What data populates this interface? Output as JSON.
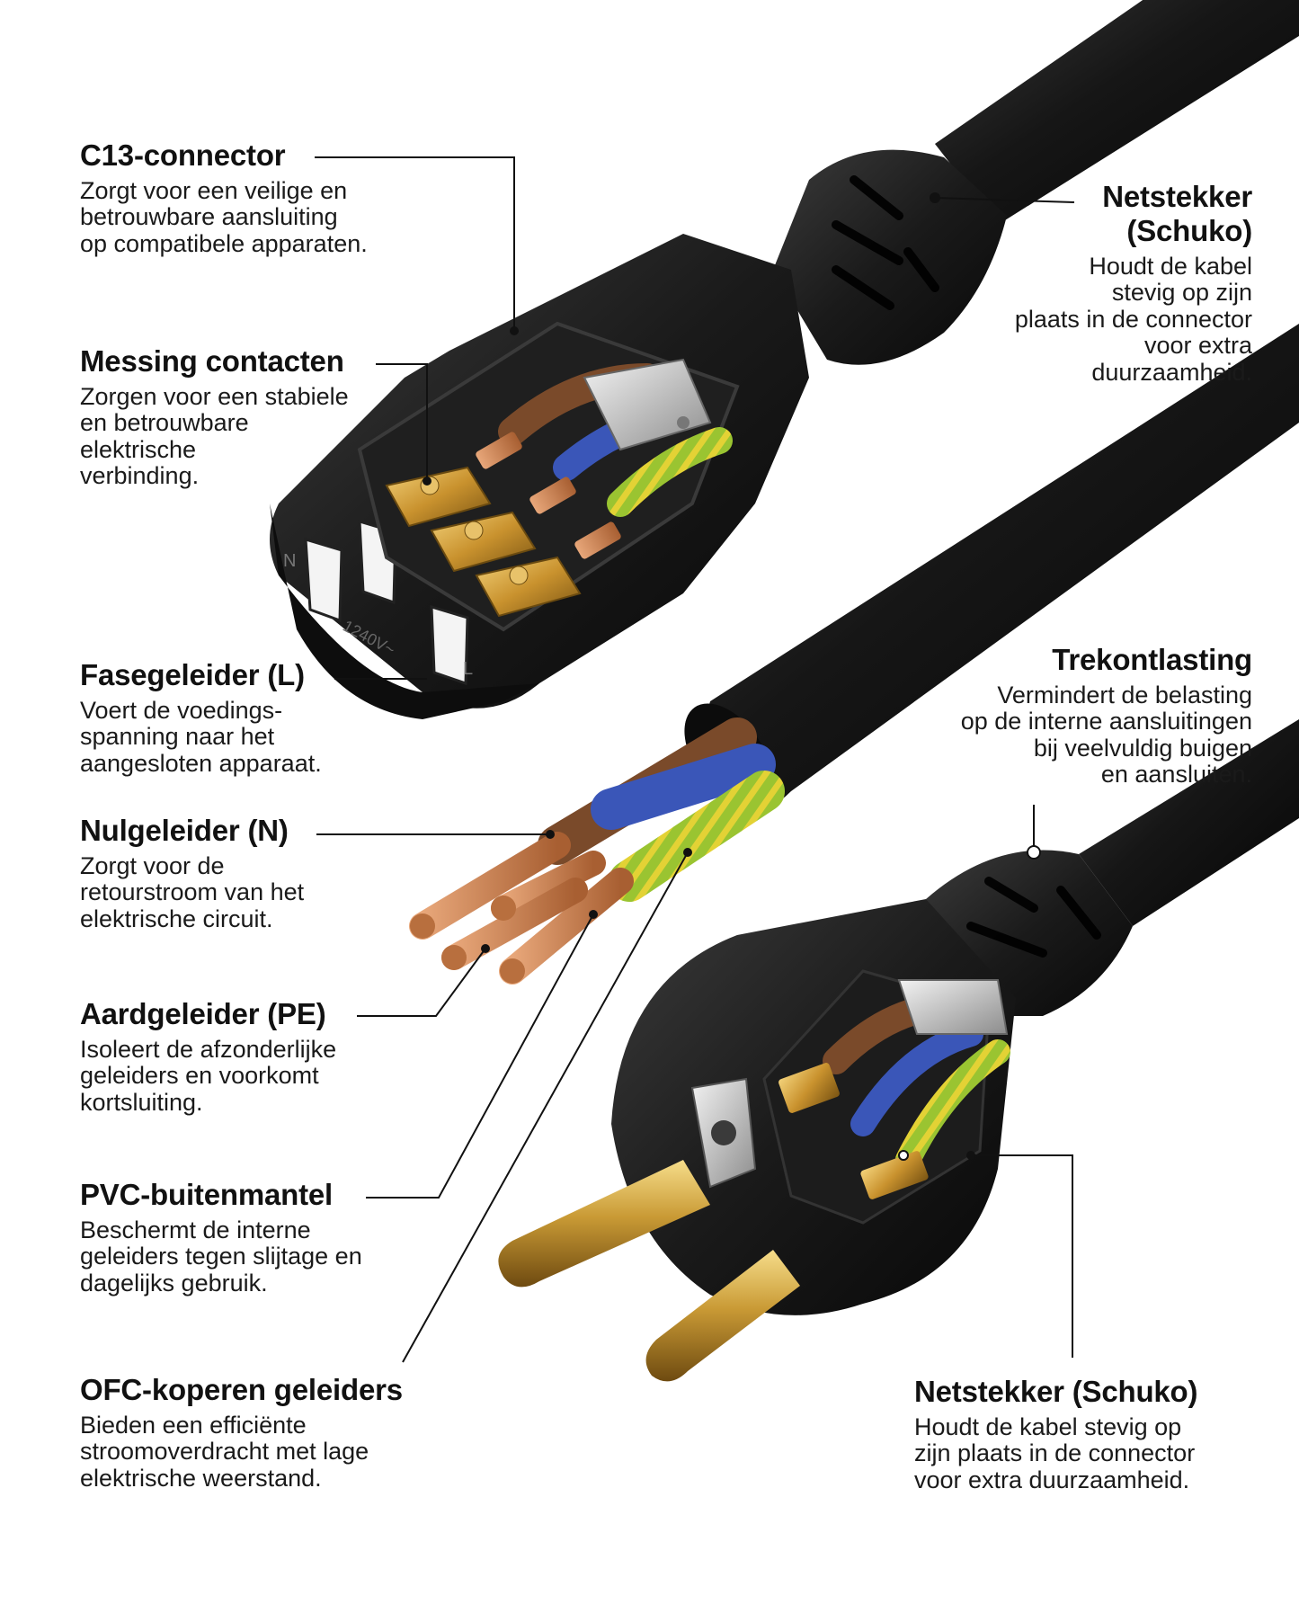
{
  "callouts": {
    "c13": {
      "title": "C13-connector",
      "desc": "Zorgt voor een veilige en\nbetrouwbare aansluiting\nop compatibele apparaten."
    },
    "messing": {
      "title": "Messing contacten",
      "desc": "Zorgen voor een stabiele\nen betrouwbare\nelektrische\nverbinding."
    },
    "fase": {
      "title": "Fasegeleider (L)",
      "desc": "Voert de voedings-\nspanning naar het\naangesloten apparaat."
    },
    "nul": {
      "title": "Nulgeleider (N)",
      "desc": "Zorgt voor de\nretourstroom van het\nelektrische circuit."
    },
    "aarde": {
      "title": "Aardgeleider (PE)",
      "desc": "Isoleert de afzonderlijke\ngeleiders en voorkomt\nkortsluiting."
    },
    "pvc": {
      "title": "PVC-buitenmantel",
      "desc": "Beschermt de interne\ngeleiders tegen slijtage en\ndagelijks gebruik."
    },
    "ofc": {
      "title": "OFC-koperen geleiders",
      "desc": "Bieden een efficiënte\nstroomoverdracht met lage\nelektrische weerstand."
    },
    "netstekker_top": {
      "title": "Netstekker\n(Schuko)",
      "desc": "Houdt de kabel\nstevig op zijn\nplaats in de connector\nvoor extra\nduurzaamheid."
    },
    "trekontlasting": {
      "title": "Trekontlasting",
      "desc": "Vermindert de belasting\nop de interne aansluitingen\nbij veelvuldig buigen\nen aansluiten."
    },
    "netstekker_bottom": {
      "title": "Netstekker (Schuko)",
      "desc": "Houdt de kabel stevig op\nzijn plaats in de connector\nvoor extra duurzaamheid."
    }
  },
  "connector_markings": {
    "n": "N",
    "l": "L",
    "rating": "1240V~"
  },
  "colors": {
    "cable": "#141414",
    "brown": "#7a4a2a",
    "blue": "#3a56b8",
    "green_yellow": "#8fbe2c",
    "copper": "#c9865a",
    "brass": "#d6a640",
    "text": "#111111"
  }
}
